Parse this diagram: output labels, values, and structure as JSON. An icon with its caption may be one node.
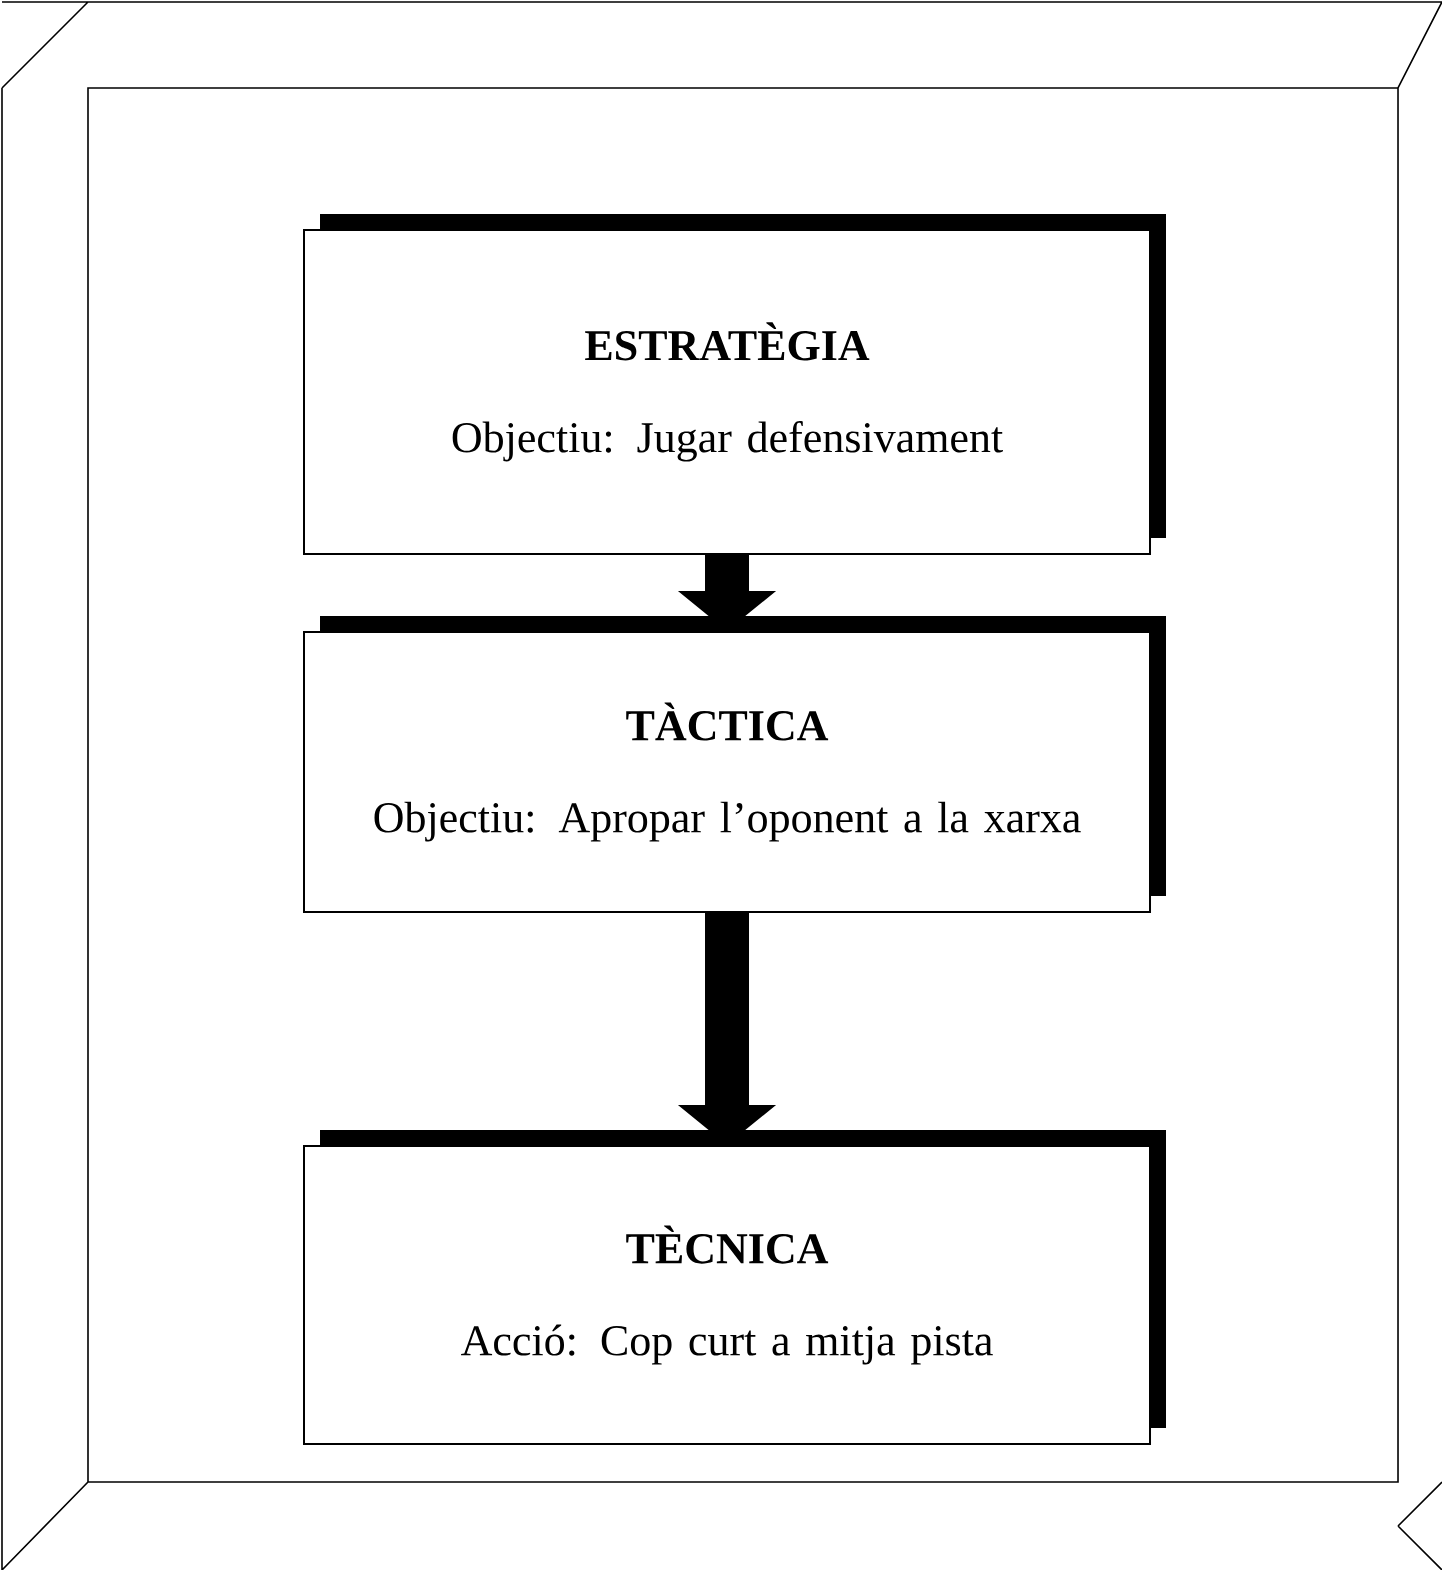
{
  "diagram": {
    "nodes": [
      {
        "text": [
          "ESTRATÈGIA",
          "Objectiu: Jugar defensivament"
        ]
      },
      {
        "text": [
          "TÀCTICA",
          "Objectiu: Apropar l’oponent a la xarxa"
        ]
      },
      {
        "text": [
          "TÈCNICA",
          "Acció: Cop curt a mitja pista"
        ]
      }
    ],
    "edges": [
      {
        "from": 0,
        "to": 1,
        "arrow": "to"
      },
      {
        "from": 1,
        "to": 2,
        "arrow": "to"
      }
    ]
  }
}
